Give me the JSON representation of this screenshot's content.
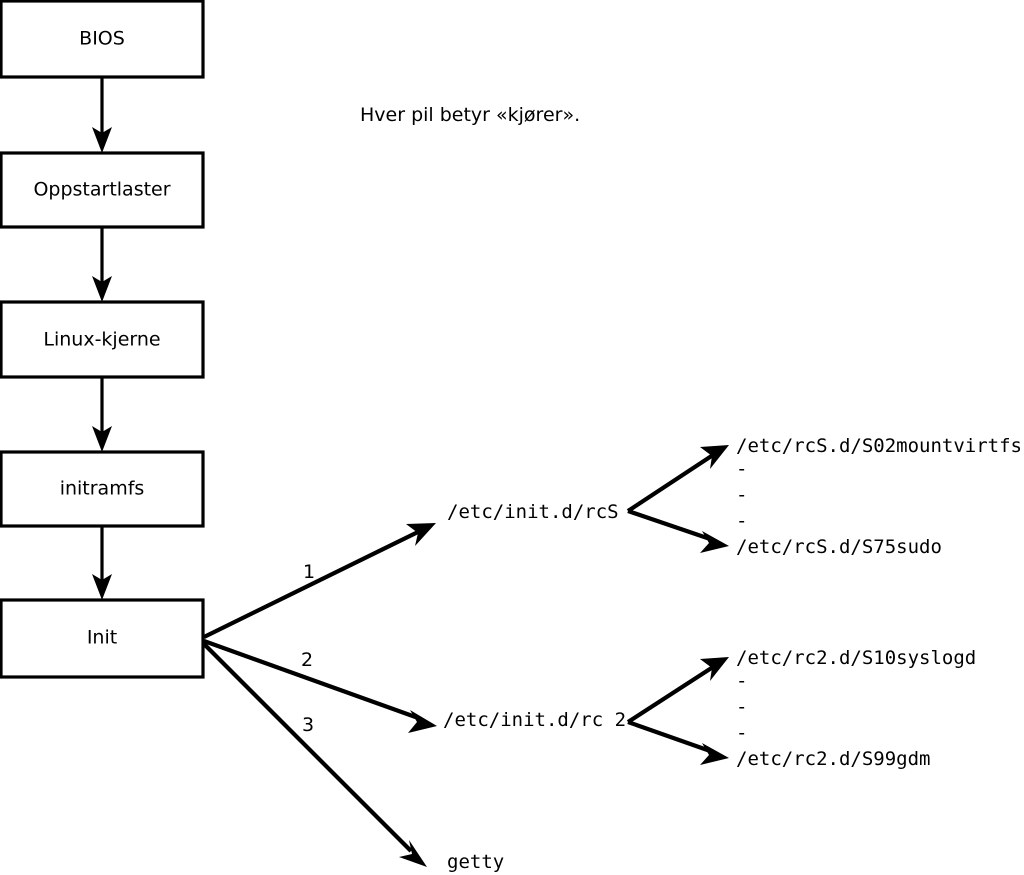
{
  "diagram": {
    "title_caption": "Hver pil betyr «kjører».",
    "boot_chain": [
      {
        "label": "BIOS"
      },
      {
        "label": "Oppstartlaster"
      },
      {
        "label": "Linux-kjerne"
      },
      {
        "label": "initramfs"
      },
      {
        "label": "Init"
      }
    ],
    "init_branches": [
      {
        "number": "1",
        "target": "/etc/init.d/rcS"
      },
      {
        "number": "2",
        "target": "/etc/init.d/rc 2"
      },
      {
        "number": "3",
        "target": "getty"
      }
    ],
    "rcs_scripts": {
      "first": "/etc/rcS.d/S02mountvirtfs",
      "ellipsis": [
        "-",
        "-",
        "-"
      ],
      "last": "/etc/rcS.d/S75sudo"
    },
    "rc2_scripts": {
      "first": "/etc/rc2.d/S10syslogd",
      "ellipsis": [
        "-",
        "-",
        "-"
      ],
      "last": "/etc/rc2.d/S99gdm"
    },
    "colors": {
      "stroke": "#000000",
      "background": "#ffffff"
    }
  }
}
